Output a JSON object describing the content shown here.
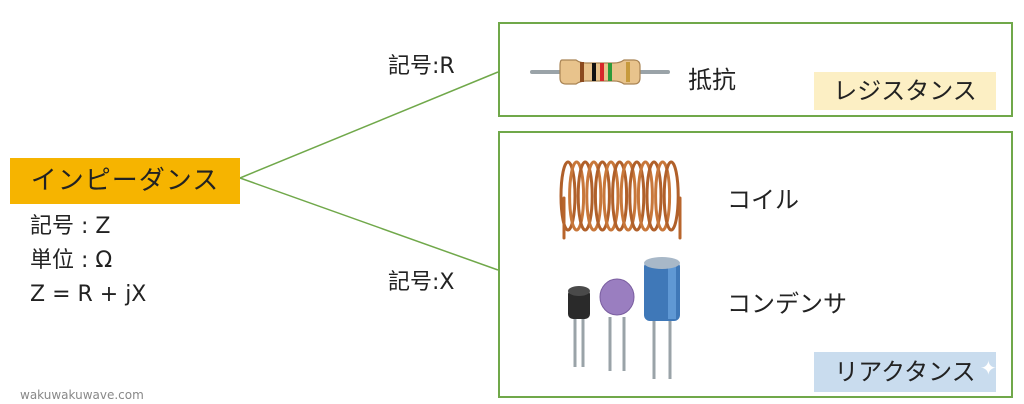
{
  "main": {
    "title": "インピーダンス",
    "symbol_line": "記号 : Z",
    "unit_line": "単位 : Ω",
    "formula_line": "Z = R + jX"
  },
  "branches": {
    "resistance": {
      "symbol": "記号:R",
      "component": "抵抗",
      "tag": "レジスタンス"
    },
    "reactance": {
      "symbol": "記号:X",
      "component_coil": "コイル",
      "component_capacitor": "コンデンサ",
      "tag": "リアクタンス"
    }
  },
  "footer": {
    "watermark": "wakuwakuwave.com"
  },
  "colors": {
    "main_label": "#f6b400",
    "box_border": "#70a84a",
    "resistance_tag": "#fcefc4",
    "reactance_tag": "#c9dcee"
  }
}
